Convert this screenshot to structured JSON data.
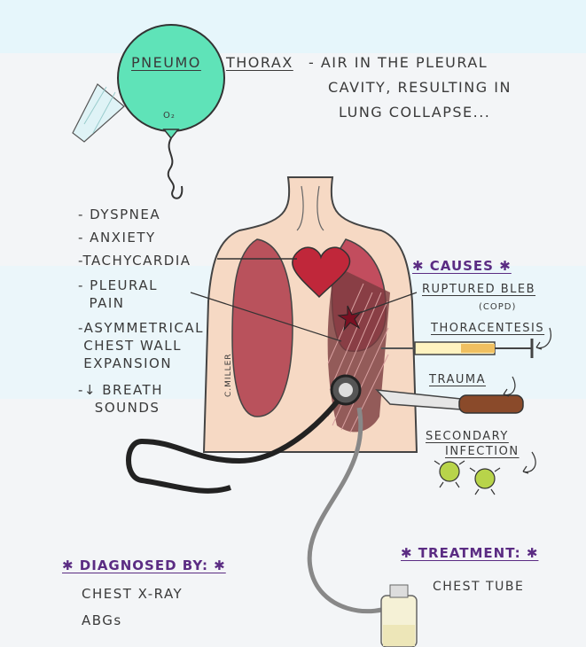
{
  "title": {
    "pneumo": "PNEUMO",
    "thorax": "THORAX",
    "definition": [
      "- AIR IN THE PLEURAL",
      "CAVITY, RESULTING IN",
      "LUNG COLLAPSE..."
    ]
  },
  "balloon_label": "O₂",
  "symptoms": [
    "- DYSPNEA",
    "- ANXIETY",
    "-TACHYCARDIA",
    "- PLEURAL",
    "  PAIN",
    "-ASYMMETRICAL",
    " CHEST WALL",
    " EXPANSION",
    "-↓ BREATH",
    "   SOUNDS"
  ],
  "causes": {
    "heading": "✱ CAUSES ✱",
    "items": {
      "ruptured_bleb": "RUPTURED BLEB",
      "copd": "(COPD)",
      "thoracentesis": "THORACENTESIS",
      "trauma": "TRAUMA",
      "secondary": "SECONDARY",
      "infection": "INFECTION"
    }
  },
  "diagnosed": {
    "heading": "✱ DIAGNOSED BY: ✱",
    "items": [
      "CHEST X-RAY",
      "ABGs"
    ]
  },
  "treatment": {
    "heading": "✱ TREATMENT: ✱",
    "items": [
      "CHEST TUBE"
    ]
  },
  "signature": "C.MILLER",
  "colors": {
    "balloon": "#5fe3b8",
    "skin": "#f6d9c4",
    "lung": "#b9525c",
    "heart": "#c0273a",
    "accent": "#5b2c83"
  }
}
